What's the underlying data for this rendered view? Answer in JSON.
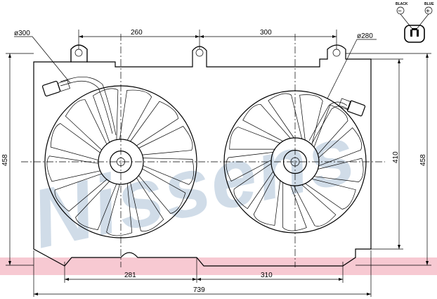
{
  "watermark": "Nissens",
  "dimensions": {
    "top_left_span": "260",
    "top_right_span": "300",
    "bottom_left_span": "281",
    "bottom_right_span": "310",
    "overall_width": "739",
    "left_height": "458",
    "right_inner_height": "410",
    "right_outer_height": "458",
    "fan_left_diameter": "ø300",
    "fan_right_diameter": "ø280"
  },
  "connector": {
    "wire_left_label": "BLACK",
    "wire_right_label": "BLUE",
    "negative_symbol": "−",
    "positive_symbol": "+"
  },
  "colors": {
    "watermark": "#aac0d6",
    "bottom_band": "#f7c9d2",
    "line": "#000000"
  }
}
